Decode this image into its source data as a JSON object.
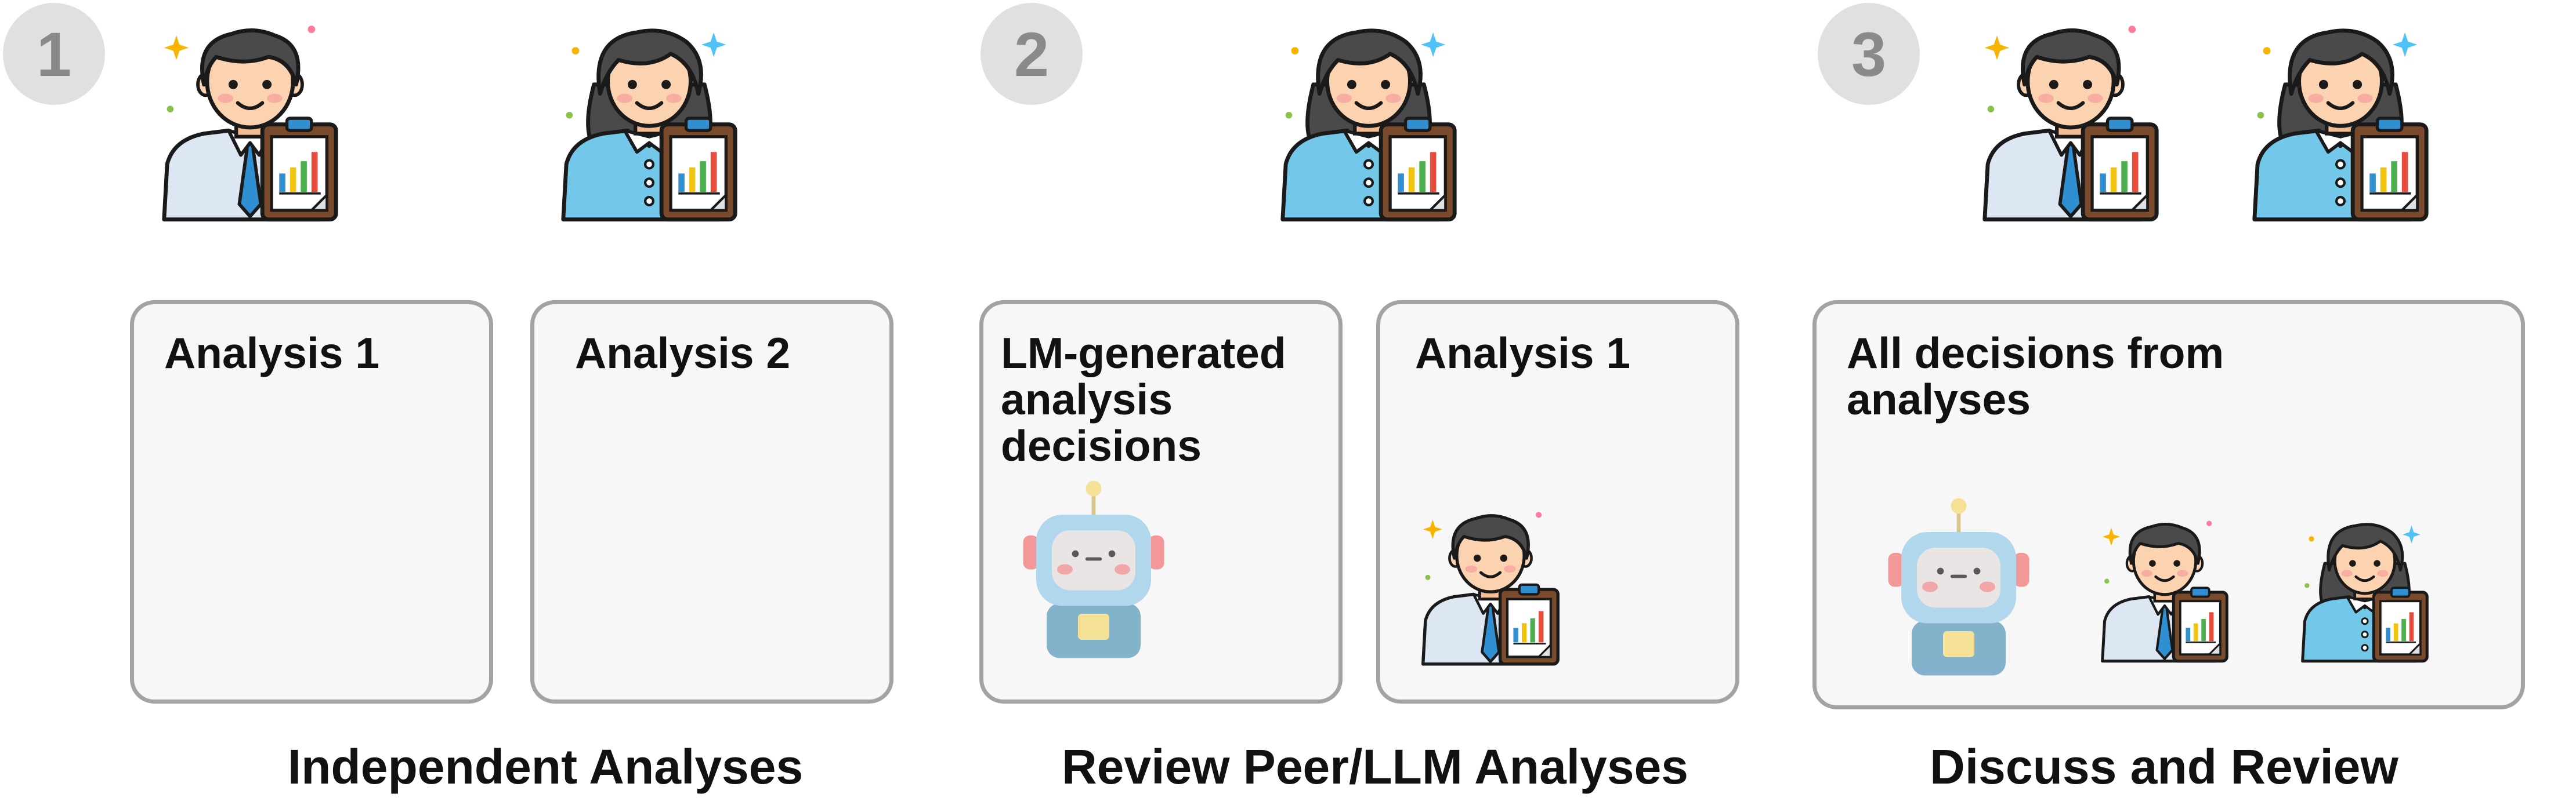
{
  "steps": [
    {
      "number": "1",
      "caption": "Independent Analyses",
      "cards": [
        {
          "title": "Analysis 1"
        },
        {
          "title": "Analysis 2"
        }
      ]
    },
    {
      "number": "2",
      "caption": "Review Peer/LLM Analyses",
      "cards": [
        {
          "title": "LM-generated analysis decisions"
        },
        {
          "title": "Analysis 1"
        }
      ]
    },
    {
      "number": "3",
      "caption": "Discuss and Review",
      "cards": [
        {
          "title": "All decisions from analyses"
        }
      ]
    }
  ],
  "icons": {
    "man": "man-analyst-with-clipboard-icon",
    "woman": "woman-analyst-with-clipboard-icon",
    "robot": "robot-icon"
  },
  "colors": {
    "hair": "#4a4a4a",
    "skin": "#fcd3b0",
    "shirt_man": "#dde6f3",
    "shirt_woman": "#73c8ea",
    "tie": "#2f8fd0",
    "clipboard": "#7a4a2c",
    "robot_light": "#a8d3eb",
    "robot_dark": "#74a9c6",
    "card_border": "#a3a3a3",
    "card_bg": "#f7f7f7",
    "step_circle": "#e0e0e0"
  }
}
